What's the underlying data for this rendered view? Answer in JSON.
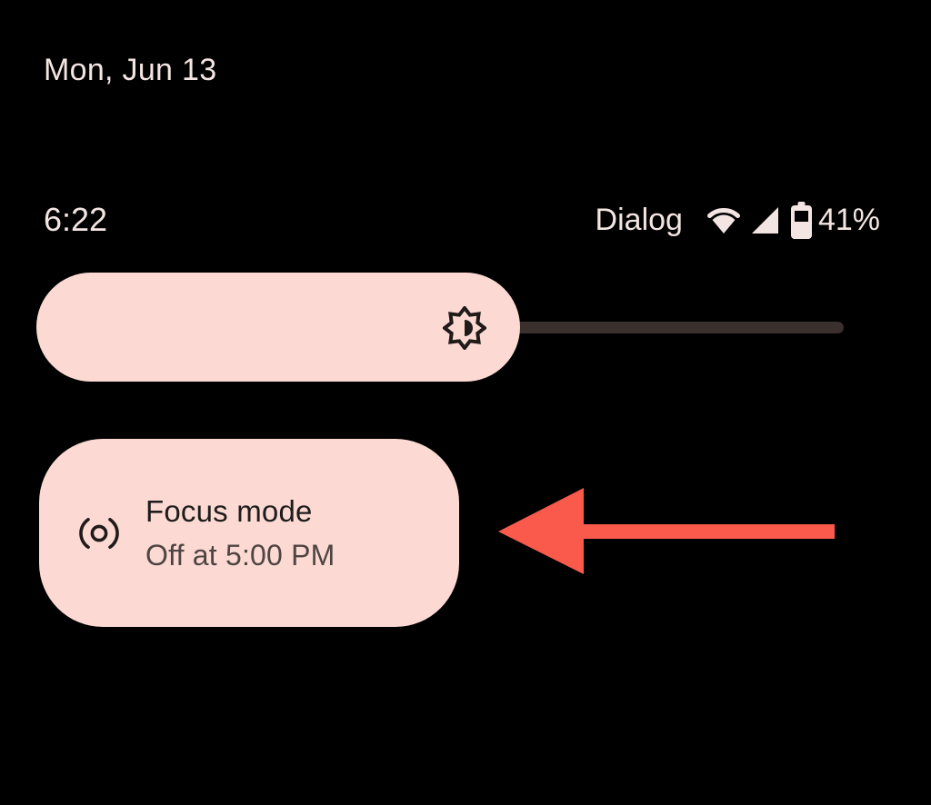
{
  "status_bar": {
    "date": "Mon, Jun 13",
    "time": "6:22",
    "carrier": "Dialog",
    "battery_level": "41%",
    "icons": [
      "wifi-icon",
      "cellular-signal-icon",
      "battery-icon"
    ]
  },
  "quick_settings": {
    "brightness_slider": {
      "icon": "brightness-icon",
      "fill_percent": 60
    },
    "focus_tile": {
      "icon": "focus-mode-icon",
      "title": "Focus mode",
      "subtitle": "Off at 5:00 PM"
    }
  },
  "annotation": {
    "type": "arrow",
    "direction": "left",
    "color": "#FA5A4C"
  },
  "colors": {
    "background": "#000000",
    "pill_pink": "#FCDAD3",
    "track_gray": "#3A302E",
    "status_text": "#F3E5E1",
    "title_text": "#1F1C1B",
    "subtitle_text": "#4E4543",
    "icon_dark": "#201B1A",
    "arrow_red": "#FA5A4C"
  }
}
